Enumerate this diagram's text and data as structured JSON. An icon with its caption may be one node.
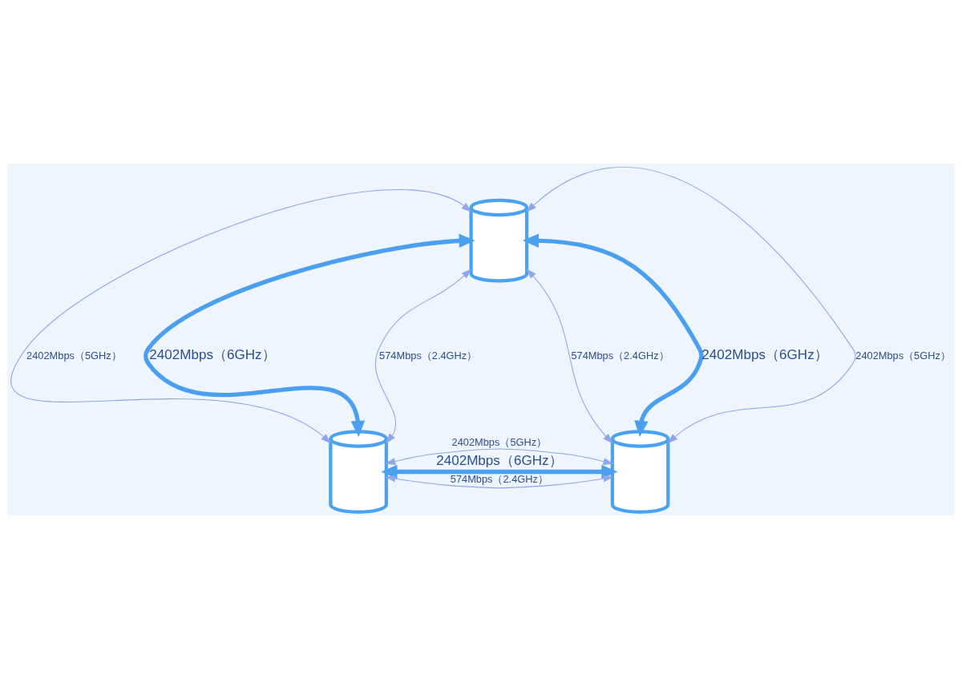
{
  "diagram": {
    "nodes": [
      {
        "text": [],
        "shape": "picture"
      },
      {
        "text": [],
        "shape": "picture"
      },
      {
        "text": [],
        "shape": "picture"
      }
    ],
    "edges": [
      {
        "from": 1,
        "to": 0,
        "arrow": "both",
        "label": "2402Mbps（6GHz）",
        "style": "thick",
        "color": "#4a9ff0"
      },
      {
        "from": 1,
        "to": 0,
        "arrow": "both",
        "label": "2402Mbps（5GHz）"
      },
      {
        "from": 1,
        "to": 0,
        "arrow": "both",
        "label": "574Mbps（2.4GHz）"
      },
      {
        "from": 0,
        "to": 2,
        "arrow": "both",
        "label": "2402Mbps（6GHz）",
        "style": "thick",
        "color": "#4a9ff0"
      },
      {
        "from": 0,
        "to": 2,
        "arrow": "both",
        "label": "2402Mbps（5GHz）"
      },
      {
        "from": 0,
        "to": 2,
        "arrow": "both",
        "label": "574Mbps（2.4GHz）"
      },
      {
        "from": 1,
        "to": 2,
        "arrow": "both",
        "label": "2402Mbps（6GHz）",
        "style": "thick",
        "color": "#4a9ff0"
      },
      {
        "from": 1,
        "to": 2,
        "arrow": "both",
        "label": "2402Mbps（5GHz）"
      },
      {
        "from": 1,
        "to": 2,
        "arrow": "both",
        "label": "574Mbps（2.4GHz）"
      }
    ]
  }
}
